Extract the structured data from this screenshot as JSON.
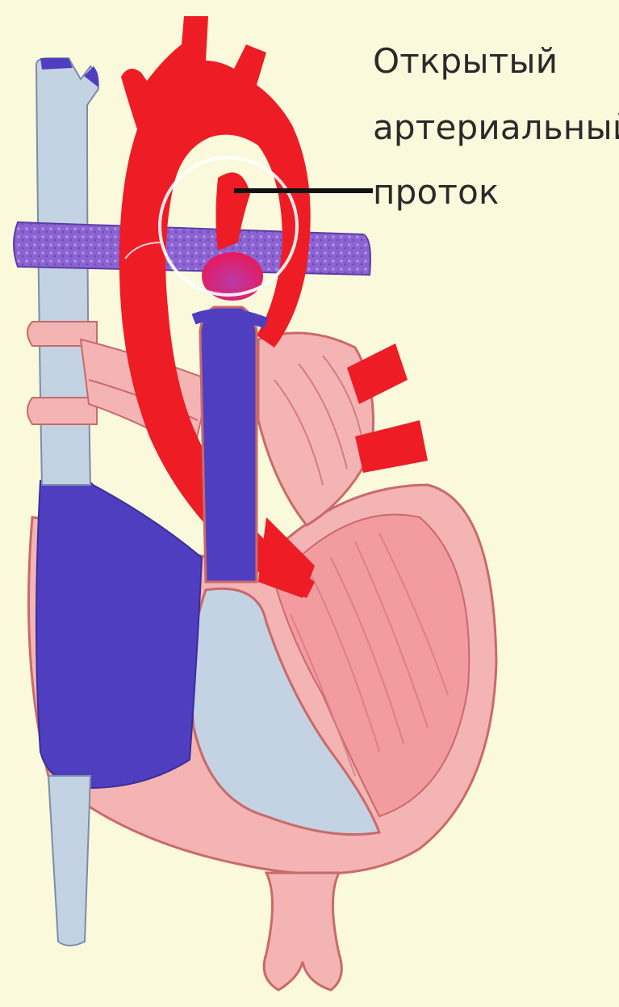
{
  "label": {
    "line1": "Открытый",
    "line2": "артериальный",
    "line3": "проток"
  },
  "colors": {
    "background": "#fbf9dc",
    "arterial_red": "#ee1c24",
    "venous_blue": "#4f3fc0",
    "pale_blue": "#c3d3e4",
    "heart_pink": "#f4b4b4",
    "pulmonary_vein_purple": "#8d63d2",
    "outline": "#c96a6a"
  }
}
